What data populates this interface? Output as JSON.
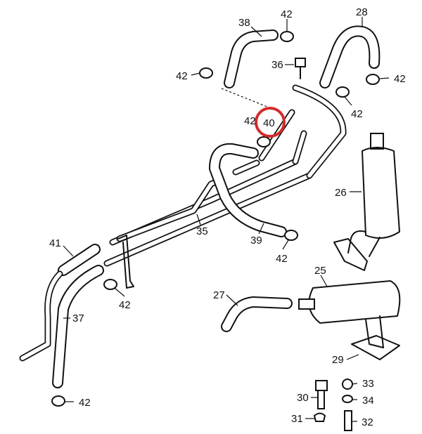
{
  "diagram": {
    "highlight_color": "#d42a2a",
    "highlighted_part": "40",
    "labels": {
      "p38": "38",
      "p42_top": "42",
      "p28": "28",
      "p42_left": "42",
      "p36": "36",
      "p42_right": "42",
      "p42_mid": "42",
      "p42_near40": "42",
      "p40": "40",
      "p26": "26",
      "p35": "35",
      "p39": "39",
      "p42_lower": "42",
      "p41": "41",
      "p25": "25",
      "p42_bracket": "42",
      "p27": "27",
      "p37": "37",
      "p29": "29",
      "p33": "33",
      "p30": "30",
      "p34": "34",
      "p31": "31",
      "p32": "32",
      "p42_bottom": "42"
    }
  }
}
